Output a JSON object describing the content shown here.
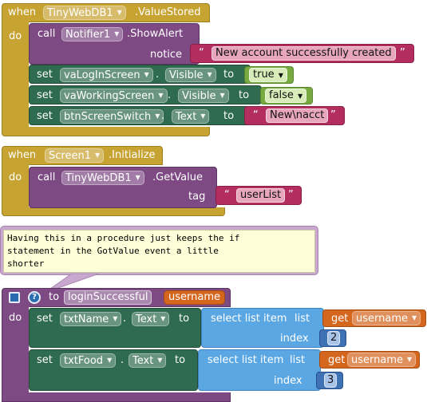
{
  "colors": {
    "event": "#c7a332",
    "event_border": "#9c7f22",
    "procedure": "#7d4a84",
    "setter": "#2f6b4f",
    "text": "#b32d5e",
    "logic": "#77ab41",
    "list": "#5aa7e4",
    "variable": "#d4661e",
    "math": "#3f71b5",
    "comment_bg": "#fefed8"
  },
  "block1": {
    "when": "when",
    "component": "TinyWebDB1",
    "event": ".ValueStored",
    "do": "do",
    "call_kw": "call",
    "call_component": "Notifier1",
    "call_method": ".ShowAlert",
    "param": "notice",
    "notice_text": "New account successfully created",
    "sets": [
      {
        "set": "set",
        "component": "vaLogInScreen",
        "dot": ".",
        "property": "Visible",
        "to": "to",
        "value": "true"
      },
      {
        "set": "set",
        "component": "vaWorkingScreen",
        "dot": ".",
        "property": "Visible",
        "to": "to",
        "value": "false"
      },
      {
        "set": "set",
        "component": "btnScreenSwitch",
        "dot": ".",
        "property": "Text",
        "to": "to",
        "value": "New\\nacct"
      }
    ]
  },
  "block2": {
    "when": "when",
    "component": "Screen1",
    "event": ".Initialize",
    "do": "do",
    "call_kw": "call",
    "call_component": "TinyWebDB1",
    "call_method": ".GetValue",
    "param": "tag",
    "tag_text": "userList"
  },
  "comment": {
    "text": "Having this in a procedure just keeps the if\nstatement in the GotValue event a little\nshorter"
  },
  "block3": {
    "to": "to",
    "proc_name": "loginSuccessful",
    "param": "username",
    "do": "do",
    "help_glyph": "?",
    "rows": [
      {
        "set": "set",
        "component": "txtName",
        "dot": ".",
        "property": "Text",
        "to": "to",
        "select_label": "select list item",
        "list_label": "list",
        "index_label": "index",
        "get_label": "get",
        "get_var": "username",
        "index_value": "2"
      },
      {
        "set": "set",
        "component": "txtFood",
        "dot": ".",
        "property": "Text",
        "to": "to",
        "select_label": "select list item",
        "list_label": "list",
        "index_label": "index",
        "get_label": "get",
        "get_var": "username",
        "index_value": "3"
      }
    ]
  }
}
